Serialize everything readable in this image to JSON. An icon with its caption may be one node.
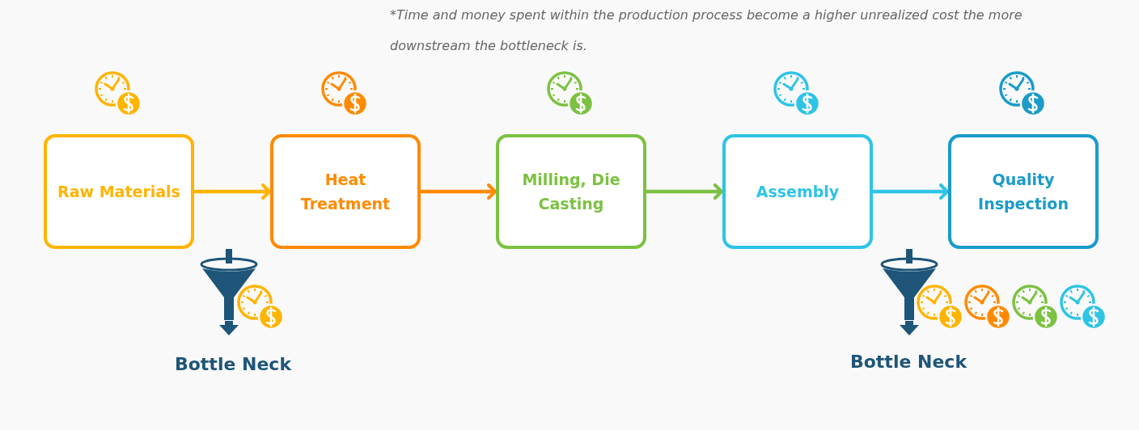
{
  "diagram": {
    "nodes": [
      {
        "text": [
          "Raw Materials"
        ]
      },
      {
        "text": [
          "Heat Treatment"
        ]
      },
      {
        "text": [
          "Milling, Die Casting"
        ]
      },
      {
        "text": [
          "Assembly"
        ]
      },
      {
        "text": [
          "Quality Inspection"
        ]
      }
    ],
    "edges": [
      {
        "from": 0,
        "to": 1,
        "arrow": "to",
        "color": "#ffb400"
      },
      {
        "from": 1,
        "to": 2,
        "arrow": "to",
        "color": "#ff8a00"
      },
      {
        "from": 2,
        "to": 3,
        "arrow": "to",
        "color": "#7cc142"
      },
      {
        "from": 3,
        "to": 4,
        "arrow": "to",
        "color": "#2ec4e6"
      }
    ],
    "labels": [
      "*Time and money spent within the production process become a higher unrealized cost the more downstream the bottleneck is.",
      "Bottle Neck",
      "Bottle Neck"
    ]
  }
}
